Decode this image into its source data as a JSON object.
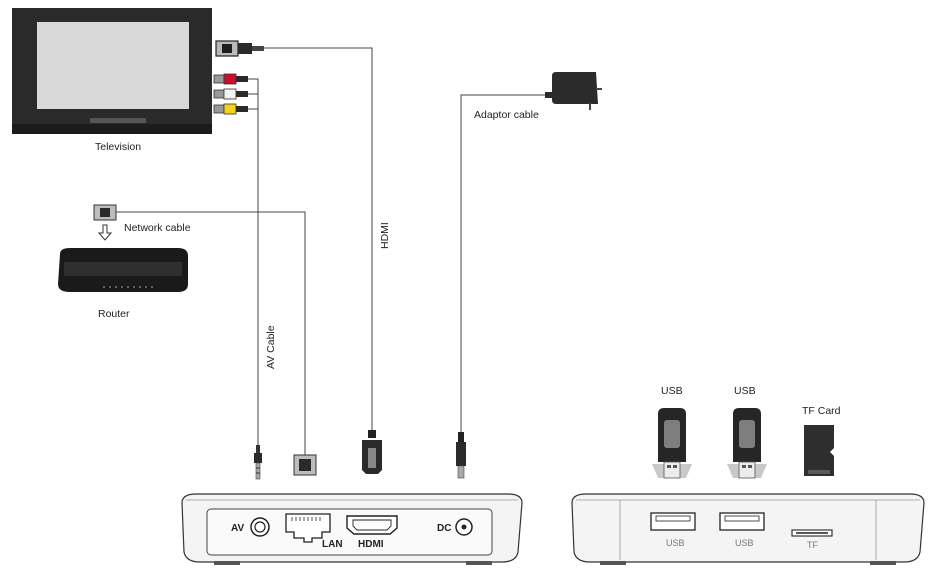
{
  "labels": {
    "television": "Television",
    "router": "Router",
    "network_cable": "Network cable",
    "adaptor_cable": "Adaptor cable",
    "av_cable": "AV Cable",
    "hdmi_cable": "HDMI",
    "usb_stick_1": "USB",
    "usb_stick_2": "USB",
    "tf_card": "TF Card"
  },
  "back_panel": {
    "av": "AV",
    "lan": "LAN",
    "hdmi": "HDMI",
    "dc": "DC"
  },
  "side_panel": {
    "usb_1": "USB",
    "usb_2": "USB",
    "tf": "TF"
  },
  "colors": {
    "rca_red": "#c8102e",
    "rca_white": "#f2f2f2",
    "rca_yellow": "#f2d21a",
    "device_dark": "#1e1e1e"
  }
}
